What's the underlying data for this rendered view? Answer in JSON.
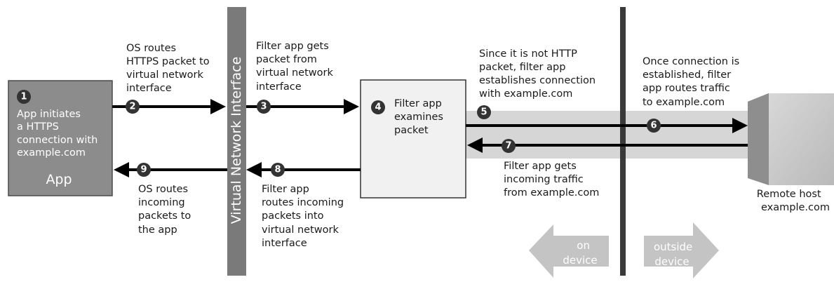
{
  "app_box": {
    "step1_text": [
      "App initiates",
      "a HTTPS",
      "connection with",
      "example.com"
    ],
    "name": "App"
  },
  "vni_label": "Virtual Network Interface",
  "filter_box": {
    "text": [
      "Filter app",
      "examines",
      "packet"
    ]
  },
  "remote_host": {
    "label": [
      "Remote host",
      "example.com"
    ]
  },
  "steps": [
    {
      "num": "1",
      "text": []
    },
    {
      "num": "2",
      "text": [
        "OS routes",
        "HTTPS packet to",
        "virtual network",
        "interface"
      ]
    },
    {
      "num": "3",
      "text": [
        "Filter app gets",
        "packet from",
        "virtual network",
        "interface"
      ]
    },
    {
      "num": "4",
      "text": []
    },
    {
      "num": "5",
      "text": [
        "Since it is not HTTP",
        "packet, filter app",
        "establishes connection",
        "with example.com"
      ]
    },
    {
      "num": "6",
      "text": [
        "Once connection is",
        "established, filter",
        "app routes traffic",
        "to example.com"
      ]
    },
    {
      "num": "7",
      "text": [
        "Filter app gets",
        "incoming traffic",
        "from example.com"
      ]
    },
    {
      "num": "8",
      "text": [
        "Filter app",
        "routes incoming",
        "packets into",
        "virtual network",
        "interface"
      ]
    },
    {
      "num": "9",
      "text": [
        "OS routes",
        "incoming",
        "packets to",
        "the app"
      ]
    }
  ],
  "zones": {
    "on_device": [
      "on",
      "device"
    ],
    "outside_device": [
      "outside",
      "device"
    ]
  },
  "colors": {
    "app_box": "#8c8c8c",
    "vni_bar": "#7a7a7a",
    "filter_box": "#f1f1f1",
    "tunnel": "#d6d6d6",
    "zone_arrow": "#c4c4c4",
    "badge": "#333333",
    "boundary": "#3a3a3a"
  }
}
